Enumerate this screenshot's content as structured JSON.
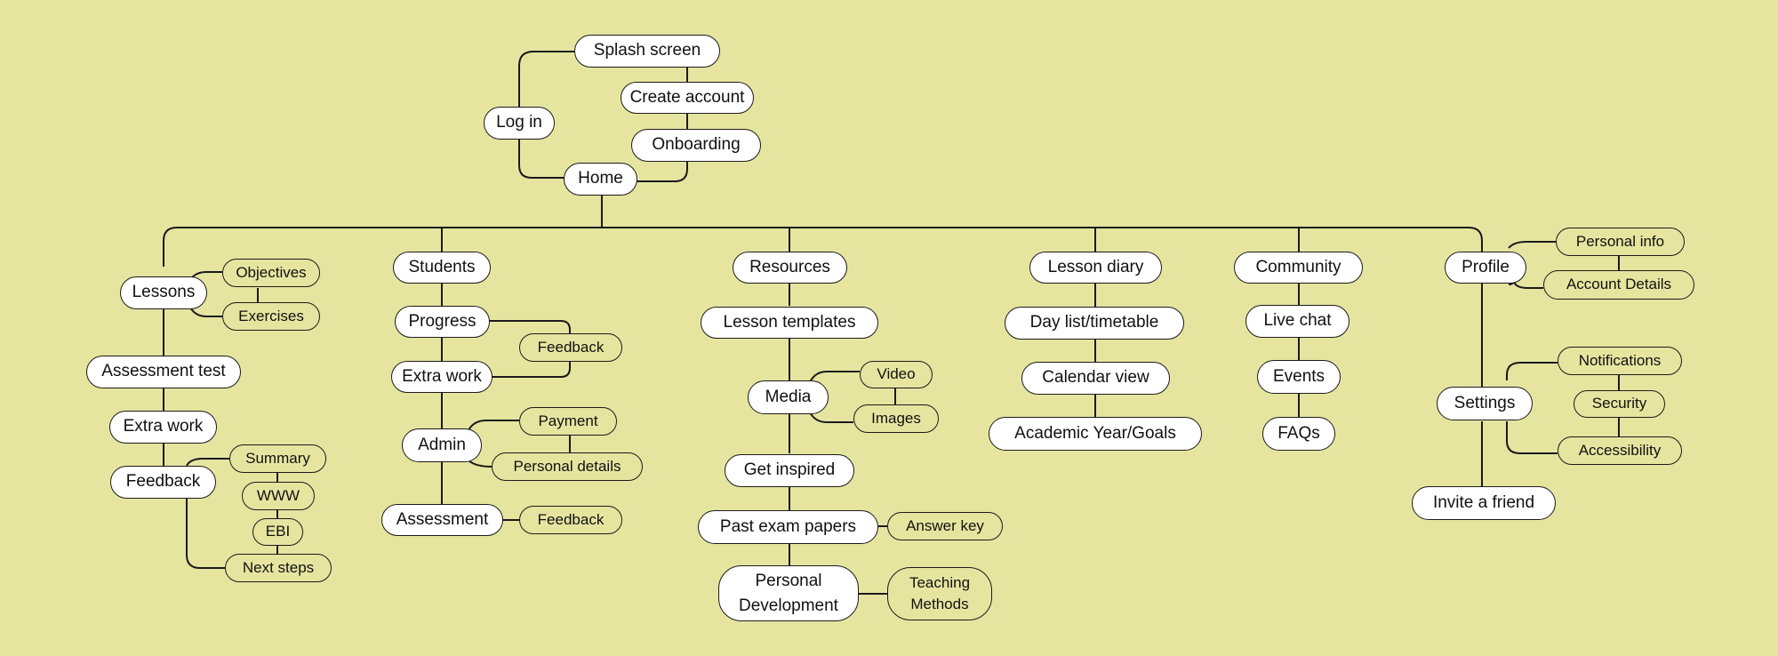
{
  "nodes": {
    "splash": "Splash screen",
    "create_account": "Create account",
    "login": "Log in",
    "onboarding": "Onboarding",
    "home": "Home",
    "lessons": "Lessons",
    "objectives": "Objectives",
    "exercises": "Exercises",
    "assessment_test": "Assessment test",
    "lessons_extra_work": "Extra work",
    "lessons_feedback": "Feedback",
    "summary": "Summary",
    "www": "WWW",
    "ebi": "EBI",
    "next_steps": "Next steps",
    "students": "Students",
    "progress": "Progress",
    "progress_feedback": "Feedback",
    "students_extra_work": "Extra work",
    "admin": "Admin",
    "payment": "Payment",
    "personal_details": "Personal details",
    "assessment": "Assessment",
    "assessment_feedback": "Feedback",
    "resources": "Resources",
    "lesson_templates": "Lesson templates",
    "media": "Media",
    "video": "Video",
    "images": "Images",
    "get_inspired": "Get inspired",
    "past_exam_papers": "Past exam papers",
    "answer_key": "Answer key",
    "personal_development": "Personal Development",
    "teaching_methods": "Teaching Methods",
    "lesson_diary": "Lesson diary",
    "day_list": "Day list/timetable",
    "calendar_view": "Calendar view",
    "academic_year": "Academic Year/Goals",
    "community": "Community",
    "live_chat": "Live chat",
    "events": "Events",
    "faqs": "FAQs",
    "profile": "Profile",
    "personal_info": "Personal info",
    "account_details": "Account Details",
    "settings": "Settings",
    "notifications": "Notifications",
    "security": "Security",
    "accessibility": "Accessibility",
    "invite_friend": "Invite a friend"
  }
}
